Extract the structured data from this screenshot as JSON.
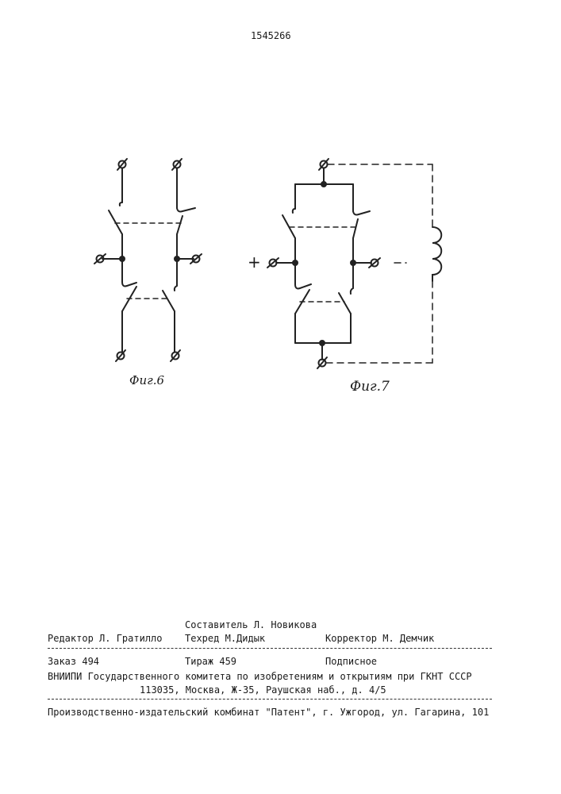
{
  "patent_number": "1545266",
  "figures": [
    {
      "caption": "Фиг.6",
      "polarity": ""
    },
    {
      "caption": "Фиг.7",
      "polarity": "+"
    }
  ],
  "colophon": {
    "compiler": "Составитель Л. Новикова",
    "editor": "Редактор Л. Гратилло",
    "techred": "Техред М.Дидык",
    "corrector": "Корректор М. Демчик",
    "order": "Заказ 494",
    "circulation": "Тираж 459",
    "subscription": "Подписное",
    "institute_line1": "ВНИИПИ Государственного комитета по изобретениям и открытиям при ГКНТ СССР",
    "institute_line2": "113035, Москва, Ж-35, Раушская наб., д. 4/5",
    "publisher": "Производственно-издательский комбинат \"Патент\", г. Ужгород, ул. Гагарина, 101"
  }
}
